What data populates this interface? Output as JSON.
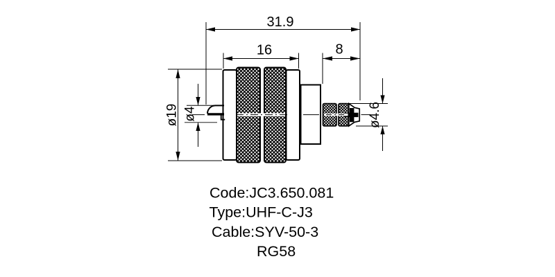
{
  "drawing": {
    "title_hint": "UHF coaxial connector outline drawing",
    "colors": {
      "ink": "#000000",
      "paper": "#ffffff"
    },
    "dimensions": {
      "overall_length": "31.9",
      "coupling_length": "16",
      "rear_length": "8",
      "body_diameter": "ø19",
      "pin_diameter": "ø4",
      "cable_entry_diameter": "ø4.6"
    },
    "caption": {
      "code": "Code:JC3.650.081",
      "type": "Type:UHF-C-J3",
      "cable": "Cable:SYV-50-3",
      "cable_alt": "RG58"
    }
  }
}
